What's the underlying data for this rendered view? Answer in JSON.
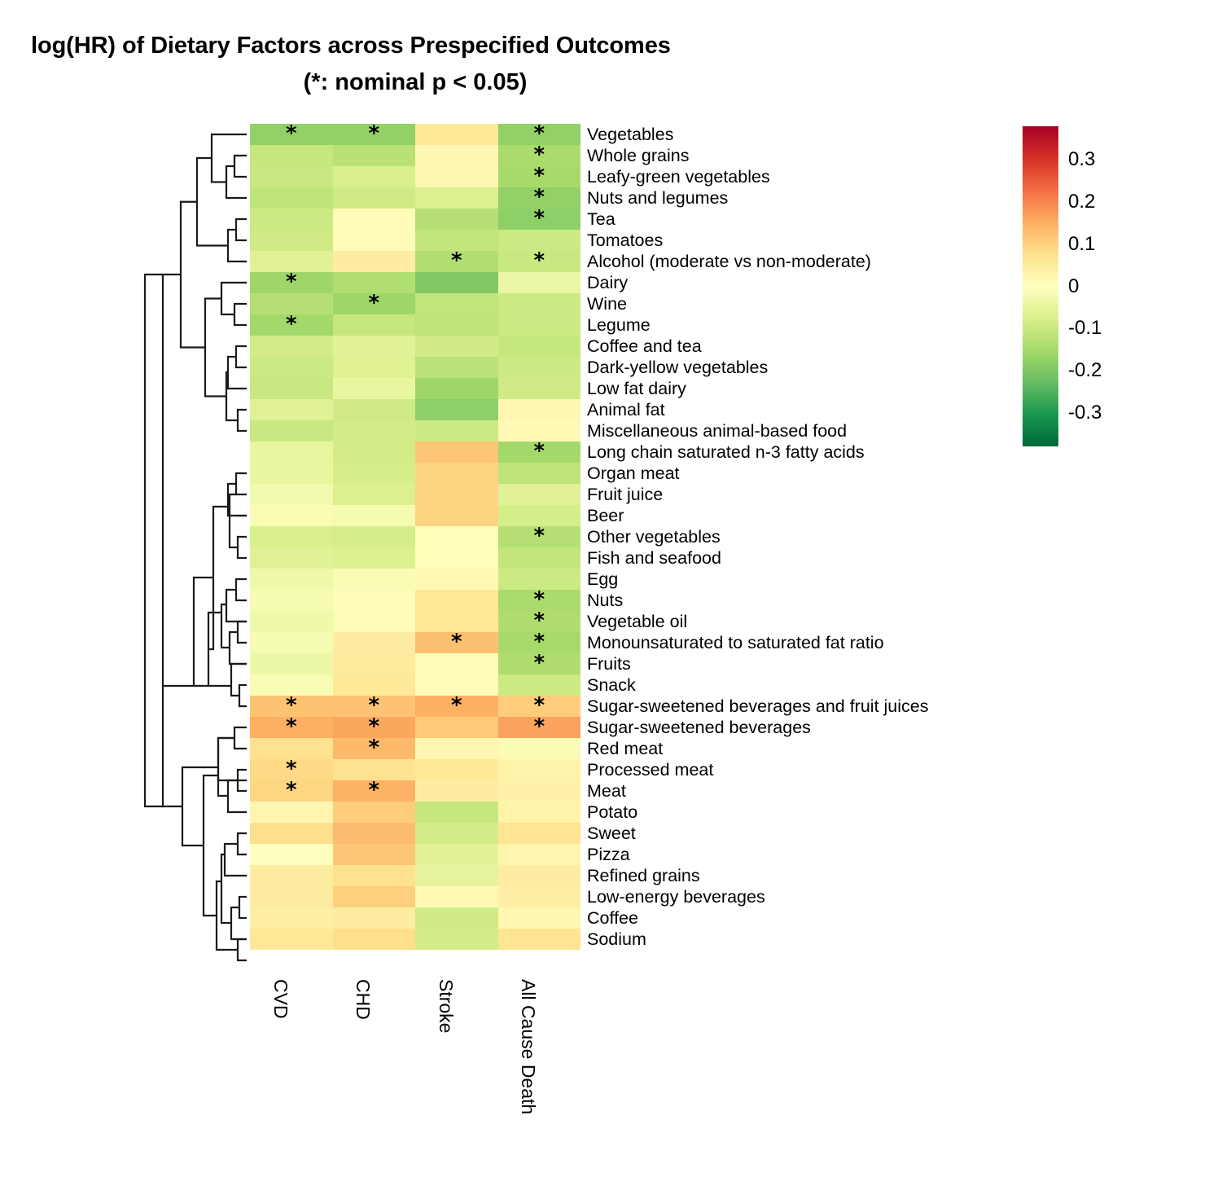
{
  "title": {
    "line1": "log(HR) of Dietary Factors across Prespecified Outcomes",
    "line2": "(*: nominal p < 0.05)"
  },
  "legend": {
    "ticks": [
      "0.3",
      "0.2",
      "0.1",
      "0",
      "-0.1",
      "-0.2",
      "-0.3"
    ],
    "tick_values": [
      0.3,
      0.2,
      0.1,
      0,
      -0.1,
      -0.2,
      -0.3
    ],
    "vmin": -0.38,
    "vmax": 0.38,
    "colors_low_to_high": [
      "#006837",
      "#1a9850",
      "#66bd63",
      "#a6d96a",
      "#d9ef8b",
      "#ffffbf",
      "#fee08b",
      "#fdae61",
      "#f46d43",
      "#d73027",
      "#a50026"
    ]
  },
  "chart_data": {
    "type": "heatmap",
    "title": "log(HR) of Dietary Factors across Prespecified Outcomes",
    "subtitle": "(*: nominal p < 0.05)",
    "xlabel": "",
    "ylabel": "",
    "value_label": "log(HR)",
    "significance_marker": "*",
    "significance_note": "nominal p < 0.05",
    "columns": [
      "CVD",
      "CHD",
      "Stroke",
      "All Cause Death"
    ],
    "rows": [
      "Vegetables",
      "Whole grains",
      "Leafy-green vegetables",
      "Nuts and legumes",
      "Tea",
      "Tomatoes",
      "Alcohol (moderate vs non-moderate)",
      "Dairy",
      "Wine",
      "Legume",
      "Coffee and tea",
      "Dark-yellow vegetables",
      "Low fat dairy",
      "Animal fat",
      "Miscellaneous animal-based food",
      "Long chain saturated n-3 fatty acids",
      "Organ meat",
      "Fruit juice",
      "Beer",
      "Other vegetables",
      "Fish and seafood",
      "Egg",
      "Nuts",
      "Vegetable oil",
      "Monounsaturated to saturated fat ratio",
      "Fruits",
      "Snack",
      "Sugar-sweetened beverages and fruit juices",
      "Sugar-sweetened beverages",
      "Red meat",
      "Processed meat",
      "Meat",
      "Potato",
      "Sweet",
      "Pizza",
      "Refined grains",
      "Low-energy beverages",
      "Coffee",
      "Sodium"
    ],
    "values": [
      [
        -0.175,
        -0.175,
        0.055,
        -0.175
      ],
      [
        -0.105,
        -0.125,
        0.02,
        -0.145
      ],
      [
        -0.1,
        -0.075,
        0.02,
        -0.15
      ],
      [
        -0.115,
        -0.09,
        -0.07,
        -0.175
      ],
      [
        -0.095,
        0.01,
        -0.13,
        -0.18
      ],
      [
        -0.09,
        0.01,
        -0.11,
        -0.095
      ],
      [
        -0.06,
        0.045,
        -0.135,
        -0.1
      ],
      [
        -0.16,
        -0.135,
        -0.195,
        -0.04
      ],
      [
        -0.13,
        -0.16,
        -0.11,
        -0.095
      ],
      [
        -0.155,
        -0.105,
        -0.115,
        -0.095
      ],
      [
        -0.085,
        -0.06,
        -0.09,
        -0.105
      ],
      [
        -0.095,
        -0.065,
        -0.12,
        -0.095
      ],
      [
        -0.1,
        -0.045,
        -0.16,
        -0.09
      ],
      [
        -0.06,
        -0.09,
        -0.18,
        0.02
      ],
      [
        -0.1,
        -0.085,
        -0.095,
        0.015
      ],
      [
        -0.045,
        -0.085,
        0.115,
        -0.155
      ],
      [
        -0.045,
        -0.08,
        0.095,
        -0.115
      ],
      [
        -0.025,
        -0.07,
        0.095,
        -0.06
      ],
      [
        -0.015,
        -0.02,
        0.095,
        -0.08
      ],
      [
        -0.075,
        -0.08,
        0.005,
        -0.13
      ],
      [
        -0.06,
        -0.07,
        0.005,
        -0.11
      ],
      [
        -0.03,
        -0.015,
        0.015,
        -0.095
      ],
      [
        -0.02,
        0.01,
        0.055,
        -0.145
      ],
      [
        -0.03,
        0.01,
        0.06,
        -0.14
      ],
      [
        -0.02,
        0.045,
        0.125,
        -0.15
      ],
      [
        -0.035,
        0.05,
        0.01,
        -0.14
      ],
      [
        -0.015,
        0.055,
        0.01,
        -0.095
      ],
      [
        0.12,
        0.12,
        0.15,
        0.105
      ],
      [
        0.15,
        0.16,
        0.11,
        0.165
      ],
      [
        0.07,
        0.135,
        0.02,
        -0.015
      ],
      [
        0.085,
        0.07,
        0.055,
        0.03
      ],
      [
        0.09,
        0.145,
        0.045,
        0.035
      ],
      [
        0.025,
        0.105,
        -0.105,
        0.03
      ],
      [
        0.075,
        0.13,
        -0.085,
        0.065
      ],
      [
        0.0,
        0.115,
        -0.06,
        0.025
      ],
      [
        0.045,
        0.07,
        -0.05,
        0.045
      ],
      [
        0.045,
        0.1,
        0.015,
        0.04
      ],
      [
        0.04,
        0.045,
        -0.09,
        0.02
      ],
      [
        0.06,
        0.075,
        -0.085,
        0.065
      ]
    ],
    "significant": [
      [
        1,
        1,
        0,
        1
      ],
      [
        0,
        0,
        0,
        1
      ],
      [
        0,
        0,
        0,
        1
      ],
      [
        0,
        0,
        0,
        1
      ],
      [
        0,
        0,
        0,
        1
      ],
      [
        0,
        0,
        0,
        0
      ],
      [
        0,
        0,
        1,
        1
      ],
      [
        1,
        0,
        0,
        0
      ],
      [
        0,
        1,
        0,
        0
      ],
      [
        1,
        0,
        0,
        0
      ],
      [
        0,
        0,
        0,
        0
      ],
      [
        0,
        0,
        0,
        0
      ],
      [
        0,
        0,
        0,
        0
      ],
      [
        0,
        0,
        0,
        0
      ],
      [
        0,
        0,
        0,
        0
      ],
      [
        0,
        0,
        0,
        1
      ],
      [
        0,
        0,
        0,
        0
      ],
      [
        0,
        0,
        0,
        0
      ],
      [
        0,
        0,
        0,
        0
      ],
      [
        0,
        0,
        0,
        1
      ],
      [
        0,
        0,
        0,
        0
      ],
      [
        0,
        0,
        0,
        0
      ],
      [
        0,
        0,
        0,
        1
      ],
      [
        0,
        0,
        0,
        1
      ],
      [
        0,
        0,
        1,
        1
      ],
      [
        0,
        0,
        0,
        1
      ],
      [
        0,
        0,
        0,
        0
      ],
      [
        1,
        1,
        1,
        1
      ],
      [
        1,
        1,
        0,
        1
      ],
      [
        0,
        1,
        0,
        0
      ],
      [
        1,
        0,
        0,
        0
      ],
      [
        1,
        1,
        0,
        0
      ],
      [
        0,
        0,
        0,
        0
      ],
      [
        0,
        0,
        0,
        0
      ],
      [
        0,
        0,
        0,
        0
      ],
      [
        0,
        0,
        0,
        0
      ],
      [
        0,
        0,
        0,
        0
      ],
      [
        0,
        0,
        0,
        0
      ],
      [
        0,
        0,
        0,
        0
      ]
    ]
  }
}
